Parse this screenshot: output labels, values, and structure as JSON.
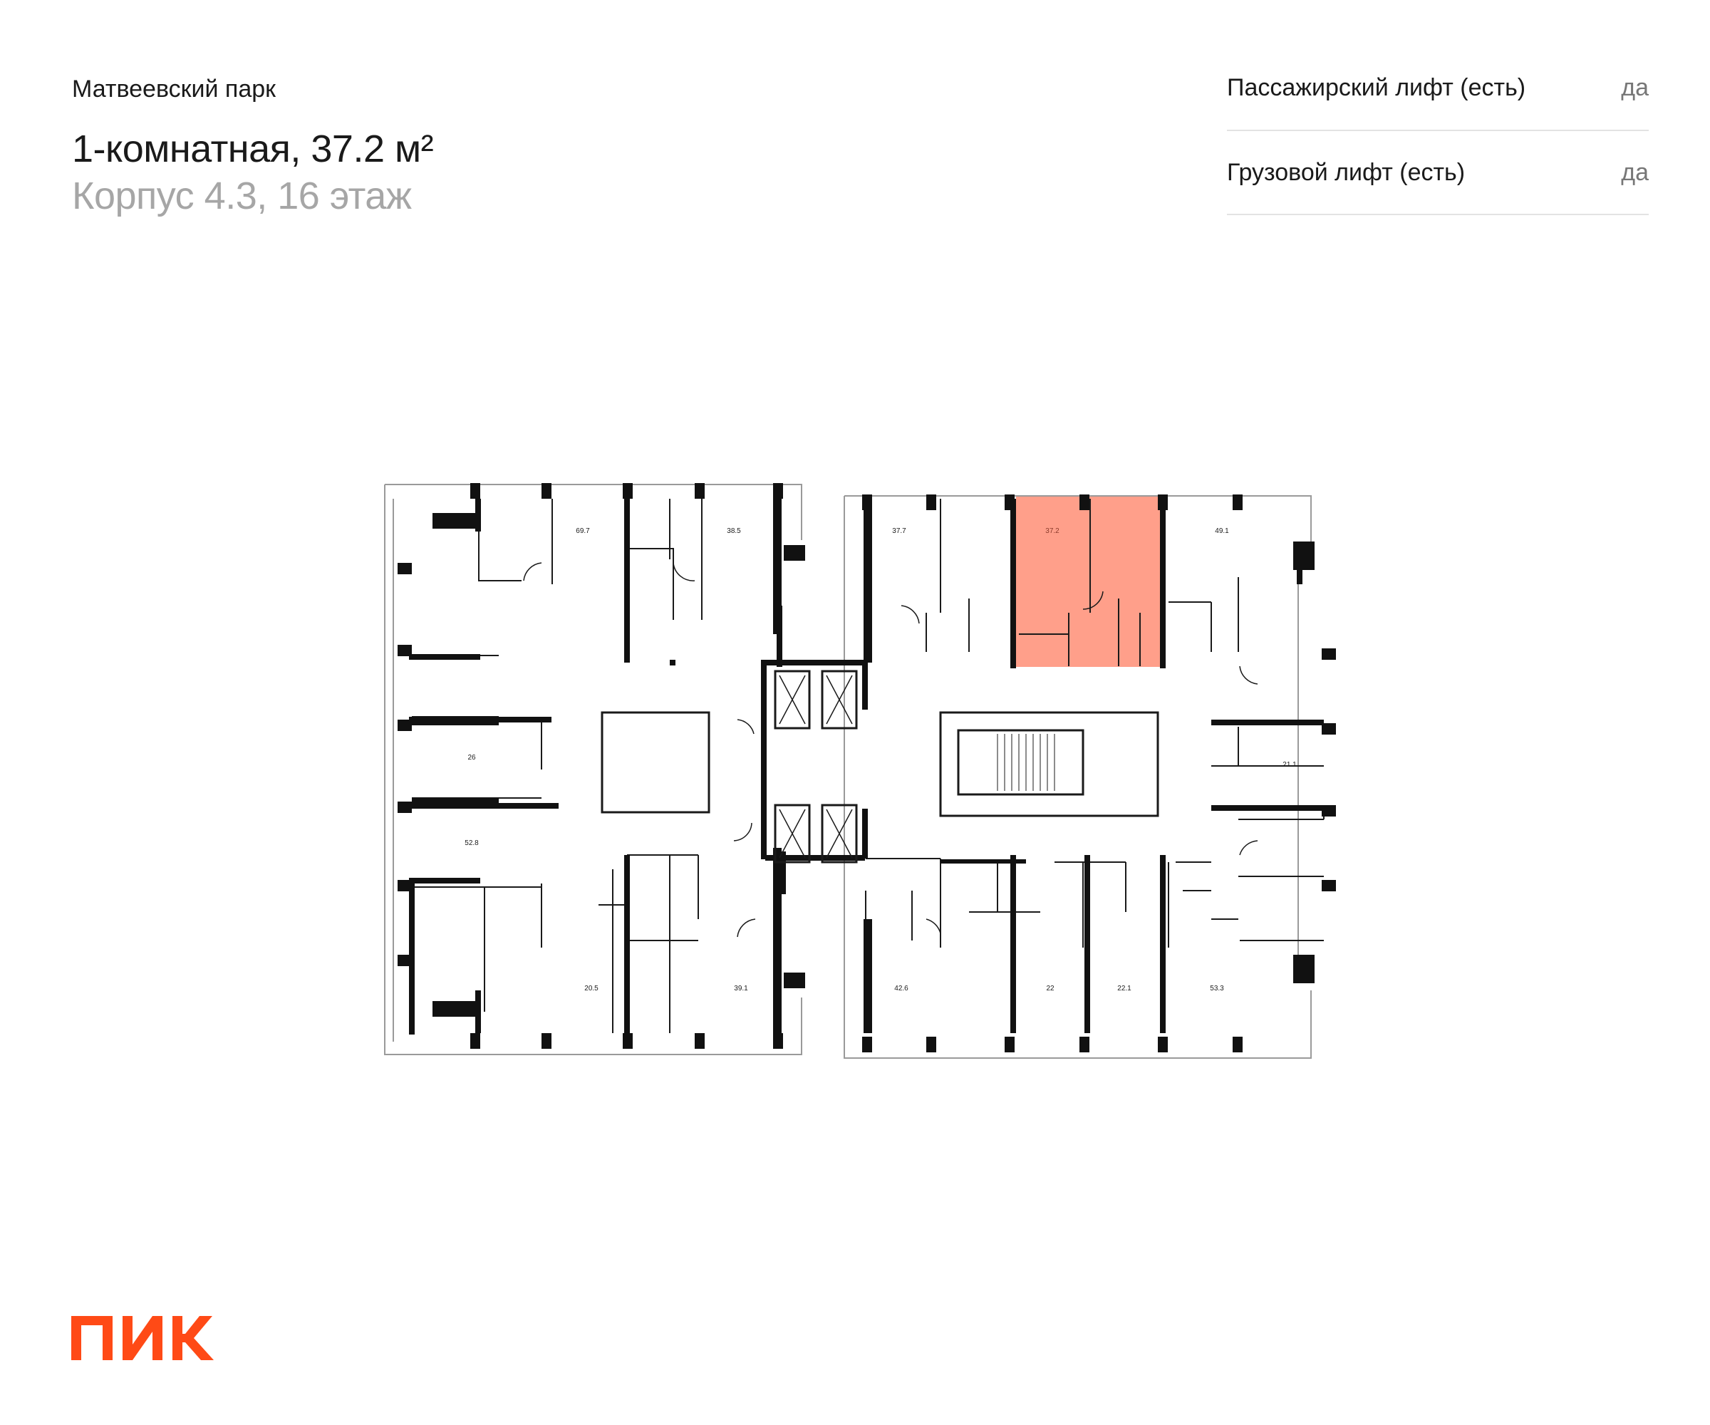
{
  "header": {
    "complex_name": "Матвеевский парк",
    "apartment_title": "1-комнатная, 37.2 м²",
    "building_floor": "Корпус 4.3, 16 этаж"
  },
  "features": [
    {
      "label": "Пассажирский лифт (есть)",
      "value": "да"
    },
    {
      "label": "Грузовой лифт (есть)",
      "value": "да"
    }
  ],
  "floor_plan": {
    "highlight_color": "#ff9f8a",
    "selected_unit_area": "37.2",
    "unit_areas": [
      "69.7",
      "38.5",
      "37.7",
      "37.2",
      "49.1",
      "26",
      "21.1",
      "52.8",
      "20.5",
      "39.1",
      "42.6",
      "22",
      "22.1",
      "53.3"
    ]
  },
  "brand": {
    "logo_text": "ПИК",
    "logo_color": "#ff4a16"
  }
}
